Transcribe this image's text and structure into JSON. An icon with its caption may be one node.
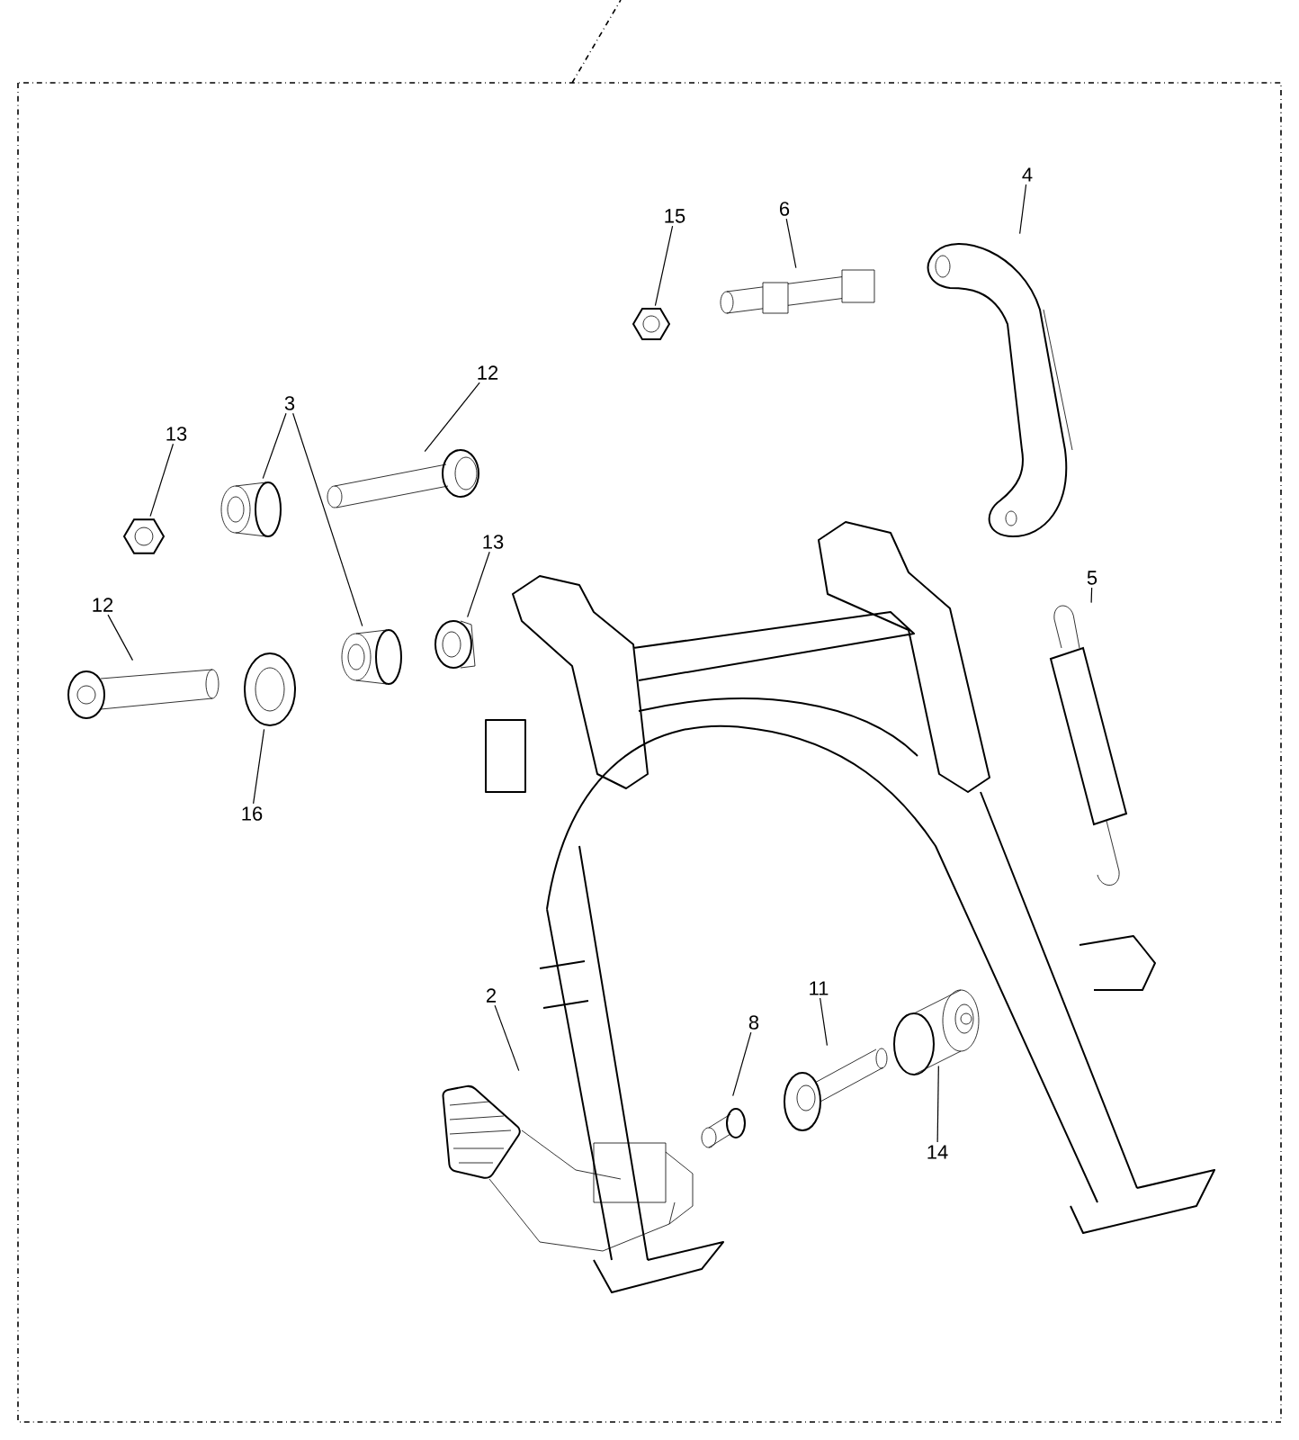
{
  "diagram": {
    "nodes": [
      {
        "text": [
          "15"
        ]
      },
      {
        "text": [],
        "shape": "picture"
      },
      {
        "text": [
          "6"
        ]
      },
      {
        "text": [],
        "shape": "picture"
      },
      {
        "text": [
          "4"
        ]
      },
      {
        "text": [],
        "shape": "picture"
      },
      {
        "text": [
          "13"
        ]
      },
      {
        "text": [],
        "shape": "picture"
      },
      {
        "text": [
          "3"
        ]
      },
      {
        "text": [],
        "shape": "picture"
      },
      {
        "text": [],
        "shape": "picture"
      },
      {
        "text": [
          "12"
        ]
      },
      {
        "text": [],
        "shape": "picture"
      },
      {
        "text": [
          "13"
        ]
      },
      {
        "text": [],
        "shape": "picture"
      },
      {
        "text": [
          "12"
        ]
      },
      {
        "text": [],
        "shape": "picture"
      },
      {
        "text": [
          "5"
        ]
      },
      {
        "text": [],
        "shape": "picture"
      },
      {
        "text": [
          "16"
        ]
      },
      {
        "text": [],
        "shape": "picture"
      },
      {
        "text": [
          "2"
        ]
      },
      {
        "text": [],
        "shape": "picture"
      },
      {
        "text": [
          "8"
        ]
      },
      {
        "text": [],
        "shape": "picture"
      },
      {
        "text": [
          "11"
        ]
      },
      {
        "text": [],
        "shape": "picture"
      },
      {
        "text": [
          "14"
        ]
      },
      {
        "text": [],
        "shape": "picture"
      }
    ],
    "edges": [
      {
        "from": 0,
        "to": 1,
        "arrow": "none"
      },
      {
        "from": 2,
        "to": 3,
        "arrow": "none"
      },
      {
        "from": 4,
        "to": 5,
        "arrow": "none"
      },
      {
        "from": 6,
        "to": 7,
        "arrow": "none"
      },
      {
        "from": 8,
        "to": 9,
        "arrow": "none"
      },
      {
        "from": 8,
        "to": 10,
        "arrow": "none"
      },
      {
        "from": 11,
        "to": 12,
        "arrow": "none"
      },
      {
        "from": 13,
        "to": 14,
        "arrow": "none"
      },
      {
        "from": 15,
        "to": 16,
        "arrow": "none"
      },
      {
        "from": 17,
        "to": 18,
        "arrow": "none"
      },
      {
        "from": 19,
        "to": 20,
        "arrow": "none"
      },
      {
        "from": 21,
        "to": 22,
        "arrow": "none"
      },
      {
        "from": 23,
        "to": 24,
        "arrow": "none"
      },
      {
        "from": 25,
        "to": 26,
        "arrow": "none"
      },
      {
        "from": 27,
        "to": 28,
        "arrow": "none"
      }
    ]
  }
}
